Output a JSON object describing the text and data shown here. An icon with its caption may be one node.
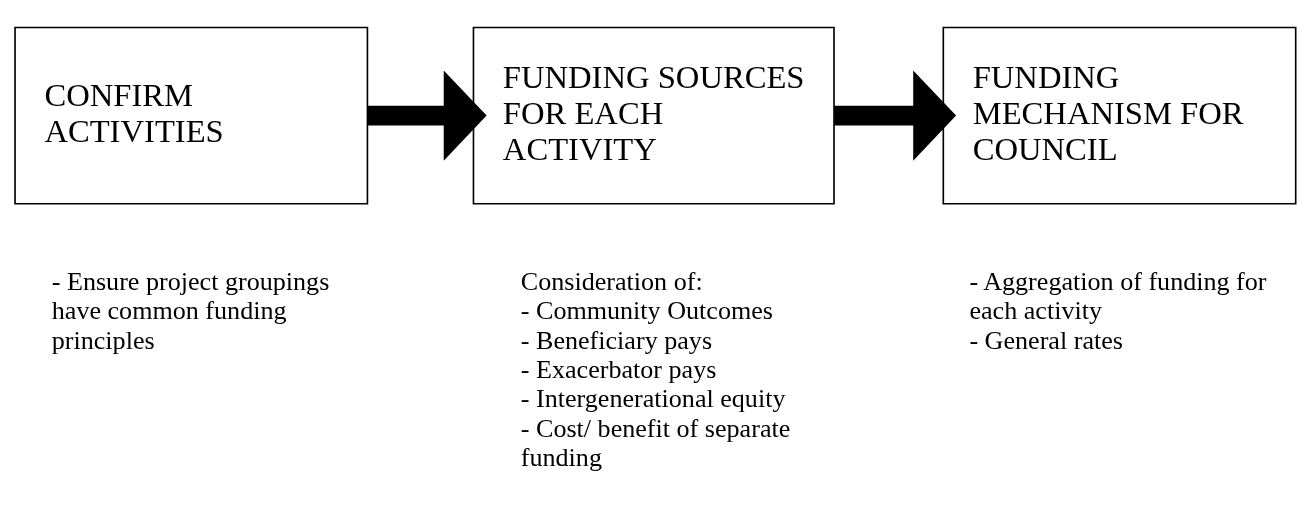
{
  "diagram": {
    "nodes": [
      {
        "text": [
          "CONFIRM ACTIVITIES"
        ],
        "beside": [
          "- Ensure project groupings have common funding principles"
        ]
      },
      {
        "text": [
          "FUNDING SOURCES FOR EACH ACTIVITY"
        ],
        "beside": [
          "Consideration of:",
          "- Community Outcomes",
          "- Beneficiary pays",
          "- Exacerbator pays",
          "- Intergenerational equity",
          "- Cost/ benefit of separate funding"
        ]
      },
      {
        "text": [
          "FUNDING MECHANISM FOR COUNCIL"
        ],
        "beside": [
          "- Aggregation of funding for each activity",
          "- General rates"
        ]
      }
    ],
    "edges": [
      {
        "from": 0,
        "to": 1,
        "arrow": "to"
      },
      {
        "from": 1,
        "to": 2,
        "arrow": "to"
      }
    ]
  }
}
